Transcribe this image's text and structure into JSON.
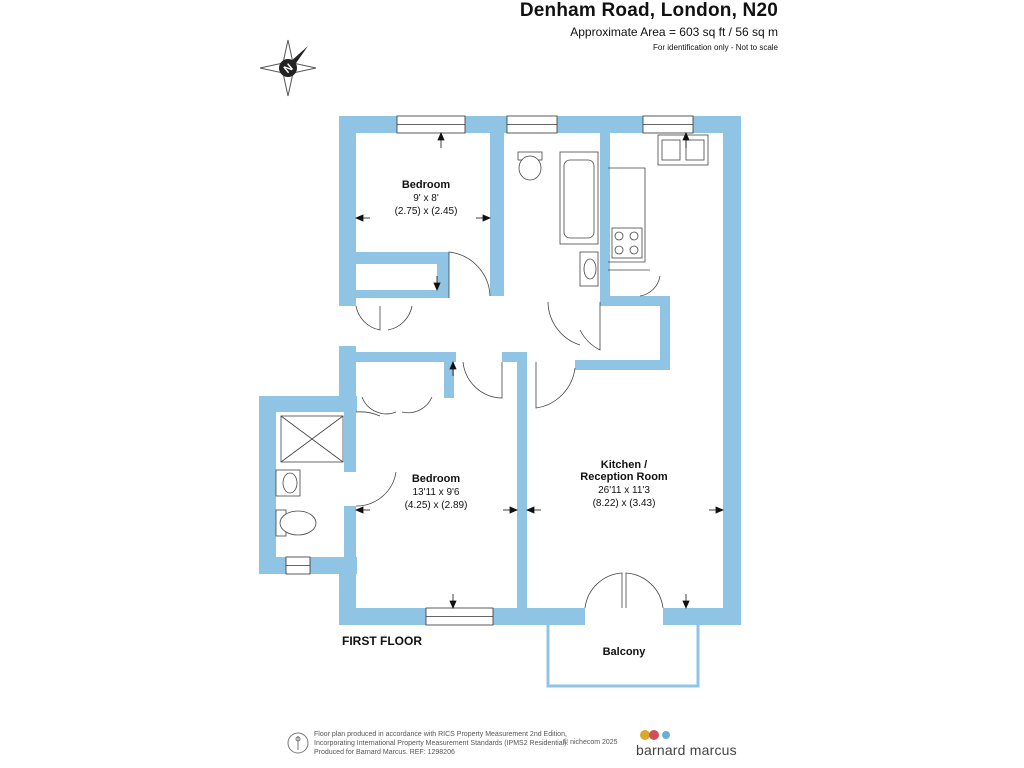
{
  "header": {
    "title": "Denham Road, London, N20",
    "area": "Approximate Area = 603 sq ft / 56 sq m",
    "note": "For identification only - Not to scale"
  },
  "compass": {
    "label": "N"
  },
  "floor_label": "FIRST FLOOR",
  "rooms": {
    "bedroom1": {
      "name": "Bedroom",
      "dim_imperial": "9' x 8'",
      "dim_metric": "(2.75) x (2.45)"
    },
    "bedroom2": {
      "name": "Bedroom",
      "dim_imperial": "13'11 x 9'6",
      "dim_metric": "(4.25) x (2.89)"
    },
    "kitchen": {
      "name_line1": "Kitchen /",
      "name_line2": "Reception Room",
      "dim_imperial": "26'11 x 11'3",
      "dim_metric": "(8.22) x (3.43)"
    },
    "balcony": {
      "name": "Balcony"
    }
  },
  "footer": {
    "line1": "Floor plan produced in accordance with RICS Property Measurement 2nd Edition,",
    "line2": "Incorporating International Property Measurement Standards (IPMS2 Residential).",
    "line3": "Produced for Barnard Marcus.   REF: 1298206",
    "copyright": "© nichecom 2025",
    "brand": "barnard marcus"
  },
  "colors": {
    "wall": "#8fc4e4",
    "line": "#333333",
    "brand_dot1": "#d9a92c",
    "brand_dot2": "#d04f5a",
    "brand_dot3": "#6aaed6"
  }
}
